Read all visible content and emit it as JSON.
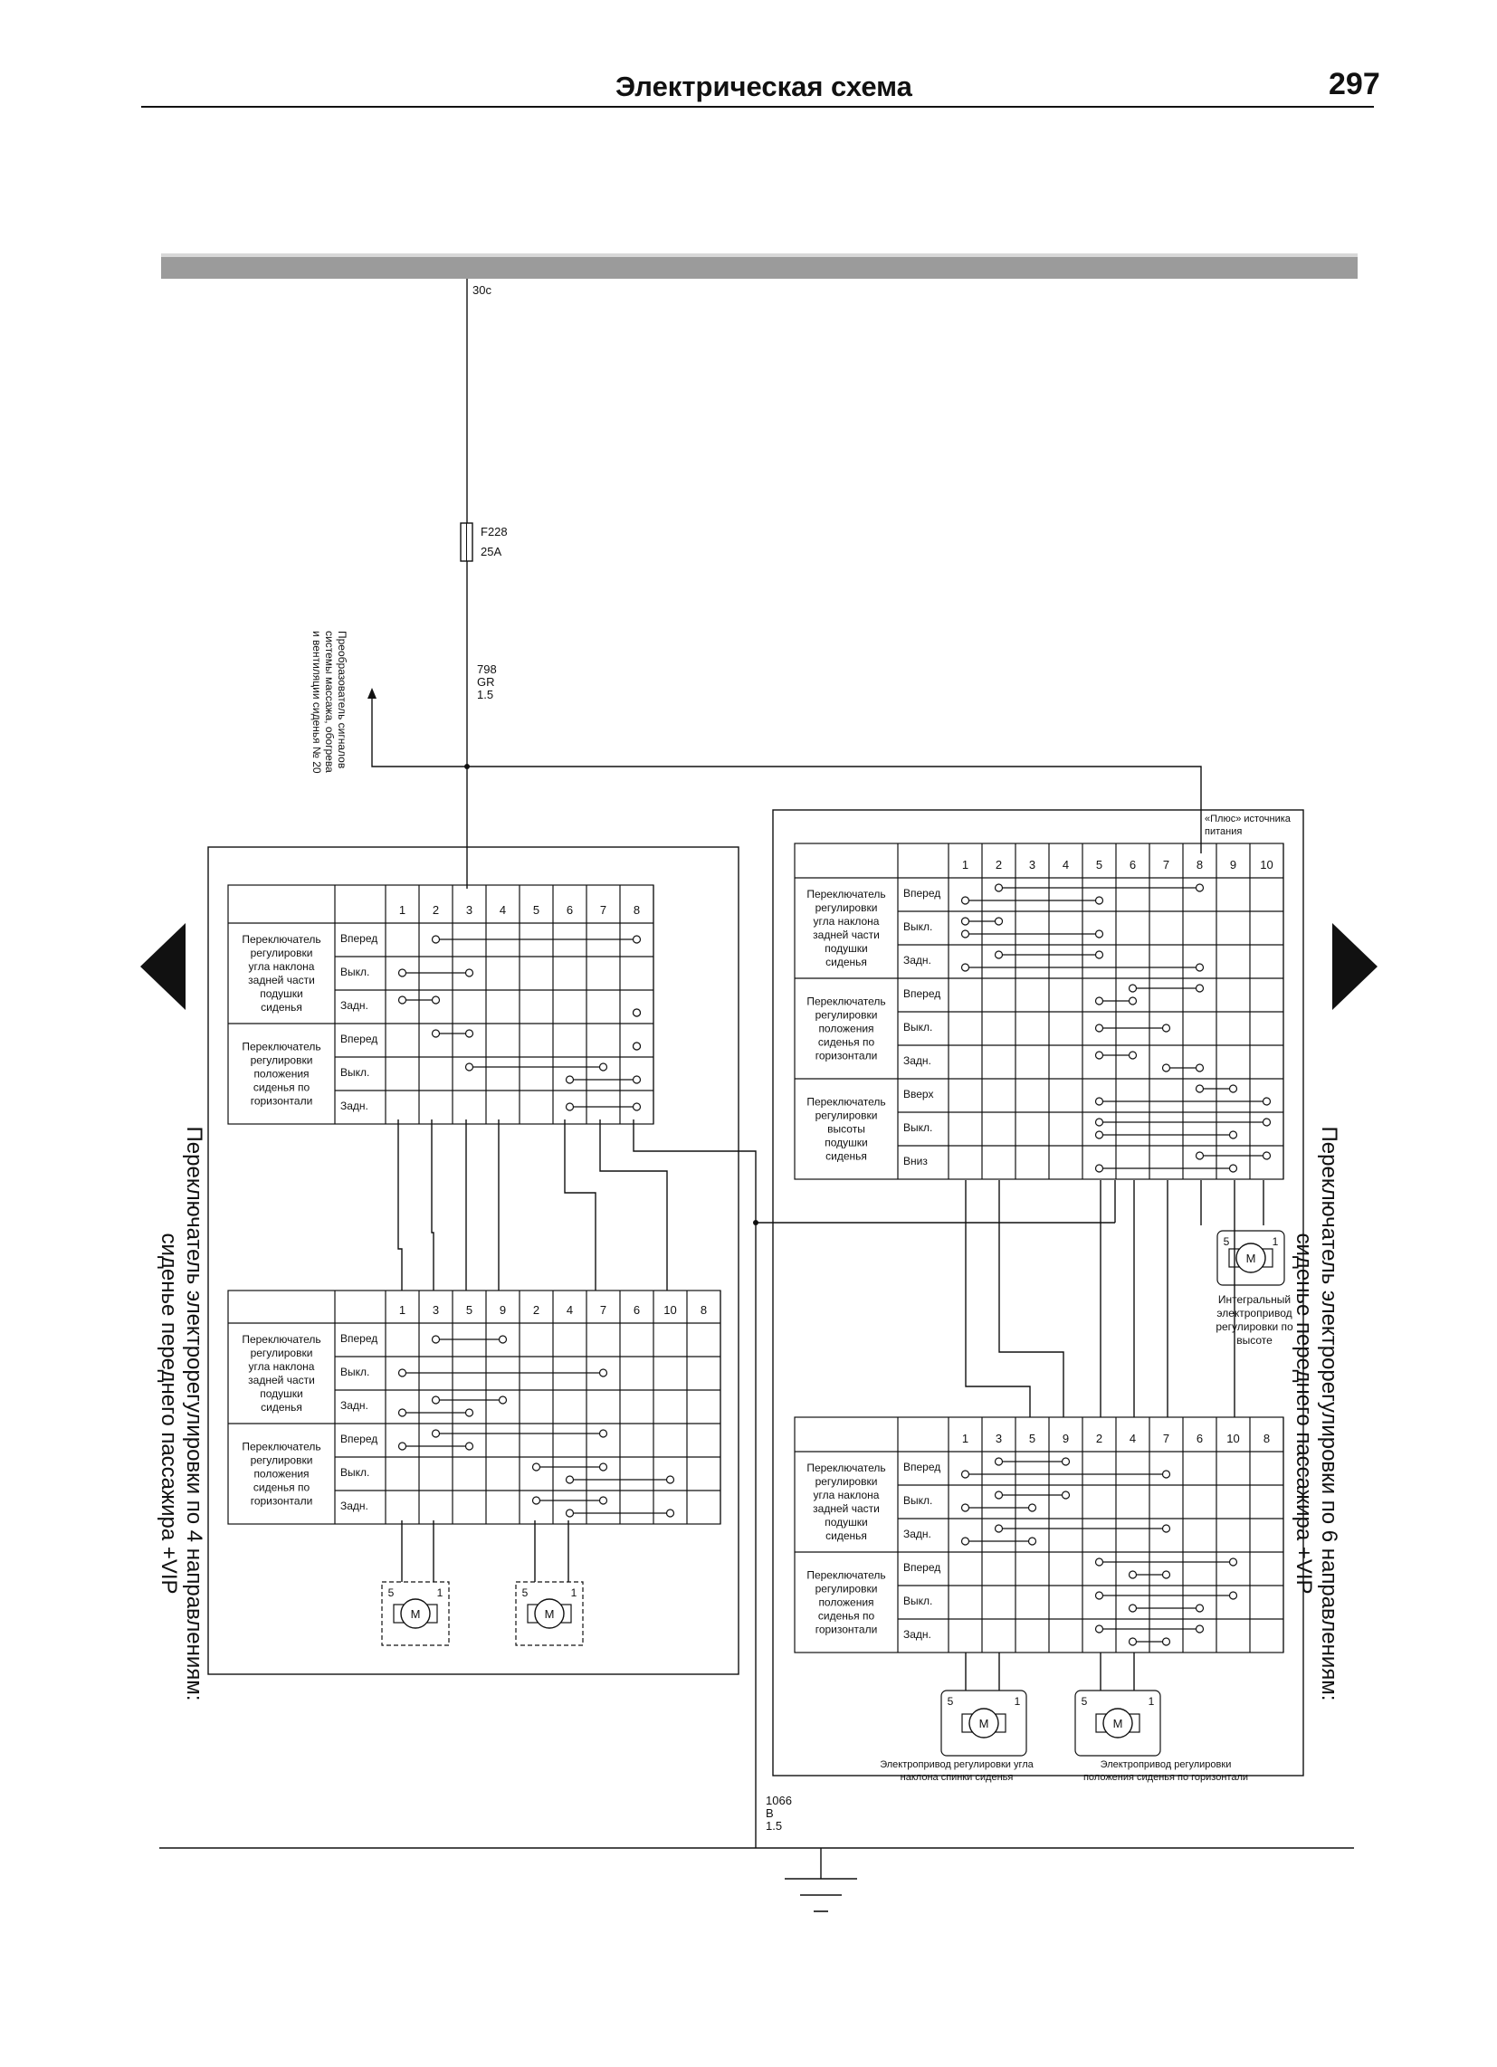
{
  "header": {
    "title": "Электрическая схема",
    "page_number": "297"
  },
  "power_bus_label": "30c",
  "fuse": {
    "id": "F228",
    "rating": "25A"
  },
  "feed_wire": {
    "number": "798",
    "color": "GR",
    "gauge": "1.5"
  },
  "ground_wire": {
    "number": "1066",
    "color": "B",
    "gauge": "1.5"
  },
  "massage_converter_label": [
    "Преобразователь сигналов",
    "системы массажа, обогрева",
    "и вентиляции сиденья № 20"
  ],
  "plus_source_label": [
    "«Плюс» источника",
    "питания"
  ],
  "left_panel_title": [
    "Переключатель электрорегулировки по 4 направлениям:",
    "сиденье переднего пассажира +VIP"
  ],
  "right_panel_title": [
    "Переключатель электрорегулировки по 6 направлениям:",
    "сиденье переднего пассажира +VIP"
  ],
  "switch_labels": {
    "tilt": [
      "Переключатель",
      "регулировки",
      "угла наклона",
      "задней части",
      "подушки",
      "сиденья"
    ],
    "horizontal": [
      "Переключатель",
      "регулировки",
      "положения",
      "сиденья по",
      "горизонтали"
    ],
    "height": [
      "Переключатель",
      "регулировки",
      "высоты",
      "подушки",
      "сиденья"
    ]
  },
  "positions": {
    "forward": "Вперед",
    "off": "Выкл.",
    "back": "Задн.",
    "up": "Вверх",
    "down": "Вниз"
  },
  "motor": {
    "symbol": "M",
    "pin_left": "5",
    "pin_right": "1"
  },
  "tables": {
    "left_top": {
      "pins": [
        "1",
        "2",
        "3",
        "4",
        "5",
        "6",
        "7",
        "8"
      ]
    },
    "left_bottom": {
      "pins": [
        "1",
        "3",
        "5",
        "9",
        "2",
        "4",
        "7",
        "6",
        "10",
        "8"
      ]
    },
    "right_top": {
      "pins": [
        "1",
        "2",
        "3",
        "4",
        "5",
        "6",
        "7",
        "8",
        "9",
        "10"
      ]
    },
    "right_bottom": {
      "pins": [
        "1",
        "3",
        "5",
        "9",
        "2",
        "4",
        "7",
        "6",
        "10",
        "8"
      ]
    }
  },
  "motor_labels": {
    "height": [
      "Интегральный",
      "электропривод",
      "регулировки по",
      "высоте"
    ],
    "backrest": [
      "Электропривод регулировки угла",
      "наклона спинки сиденья"
    ],
    "horizontal": [
      "Электропривод регулировки",
      "положения сиденья по горизонтали"
    ]
  }
}
